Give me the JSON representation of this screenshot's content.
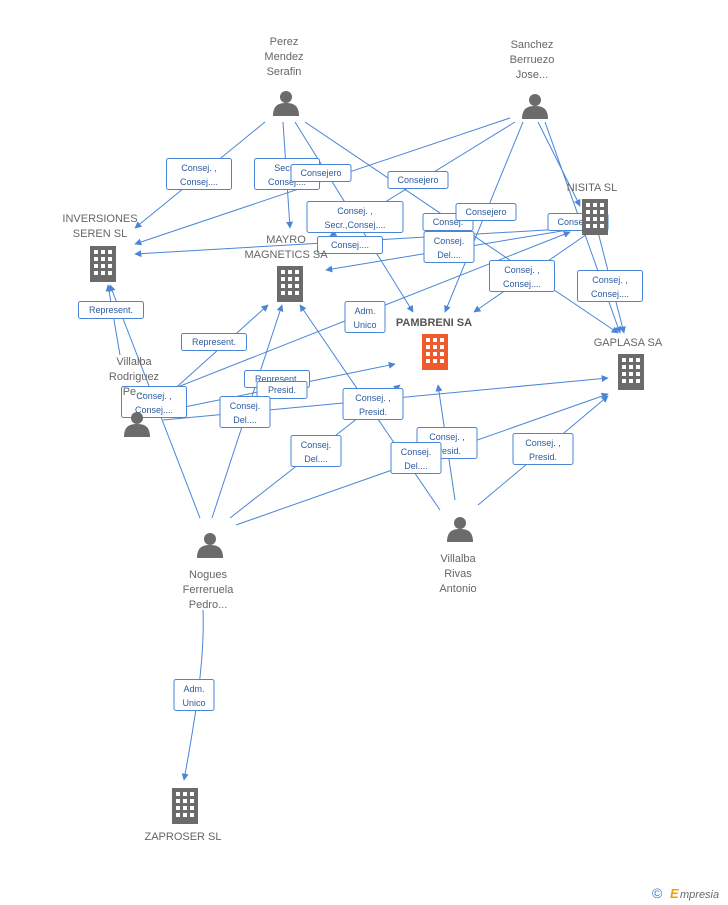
{
  "colors": {
    "edge": "#4a86d8",
    "node": "#6b6b6b",
    "focus": "#ef5a2a",
    "label_text": "#2c5aa0"
  },
  "nodes": {
    "perez": {
      "lines": [
        "Perez",
        "Mendez",
        "Serafin"
      ],
      "kind": "person"
    },
    "sanchez": {
      "lines": [
        "Sanchez",
        "Berruezo",
        "Jose..."
      ],
      "kind": "person"
    },
    "inversiones": {
      "lines": [
        "INVERSIONES",
        "SEREN SL"
      ],
      "kind": "company"
    },
    "mayro": {
      "lines": [
        "MAYRO",
        "MAGNETICS SA"
      ],
      "kind": "company"
    },
    "nisita": {
      "lines": [
        "NISITA SL"
      ],
      "kind": "company"
    },
    "pambreni": {
      "lines": [
        "PAMBRENI SA"
      ],
      "kind": "company-focus"
    },
    "gaplasa": {
      "lines": [
        "GAPLASA SA"
      ],
      "kind": "company"
    },
    "villalba_rp": {
      "lines": [
        "Villalba",
        "Rodriguez",
        "Pe..."
      ],
      "kind": "person"
    },
    "nogues": {
      "lines": [
        "Nogues",
        "Ferreruela",
        "Pedro..."
      ],
      "kind": "person"
    },
    "villalba_ra": {
      "lines": [
        "Villalba",
        "Rivas",
        "Antonio"
      ],
      "kind": "person"
    },
    "zaproser": {
      "lines": [
        "ZAPROSER SL"
      ],
      "kind": "company"
    }
  },
  "edge_labels": [
    [
      "Consej. ,",
      "Consej...."
    ],
    [
      "Secr. ,",
      "Consej...."
    ],
    [
      "Consejero"
    ],
    [
      "Consejero"
    ],
    [
      "Consej. ,",
      "Secr.,Consej...."
    ],
    [
      "Consej...."
    ],
    [
      "Consej."
    ],
    [
      "Consejero"
    ],
    [
      "Consejero"
    ],
    [
      "Consej.",
      "Del...."
    ],
    [
      "Consej. ,",
      "Consej...."
    ],
    [
      "Consej. ,",
      "Consej...."
    ],
    [
      "Represent."
    ],
    [
      "Adm.",
      "Unico"
    ],
    [
      "Represent."
    ],
    [
      "Represent."
    ],
    [
      "Presid."
    ],
    [
      "Consej. ,",
      "Consej...."
    ],
    [
      "Consej.",
      "Del...."
    ],
    [
      "Consej. ,",
      "Presid."
    ],
    [
      "Consej. ,",
      "Presid."
    ],
    [
      "Consej.",
      "Del...."
    ],
    [
      "Consej. ,",
      "Presid."
    ],
    [
      "Consej.",
      "Del...."
    ],
    [
      "Adm.",
      "Unico"
    ]
  ],
  "brand": {
    "symbol": "©",
    "name": "mpresia",
    "initial": "E"
  }
}
